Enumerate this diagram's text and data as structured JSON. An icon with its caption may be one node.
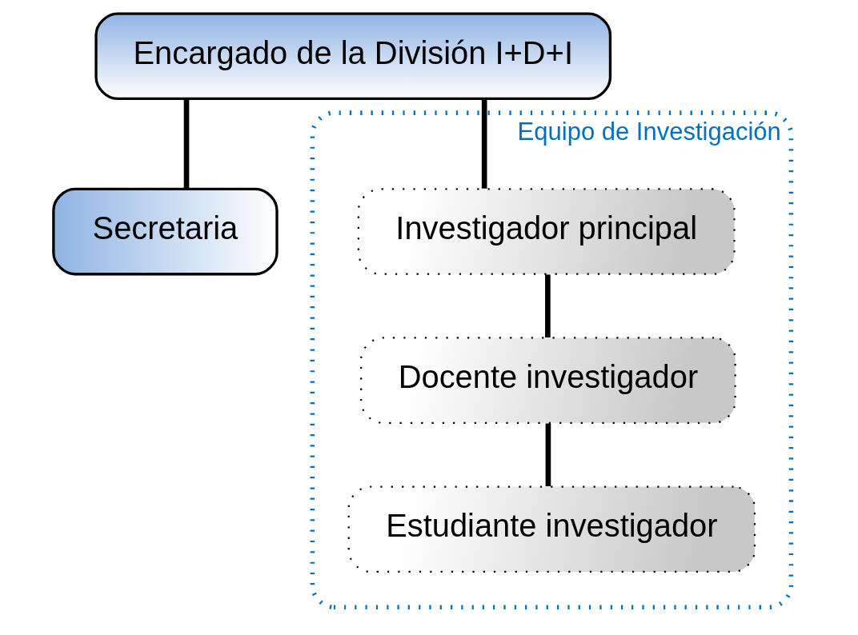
{
  "diagram": {
    "nodes": [
      {
        "text": [
          "Encargado de la División I+D+I"
        ]
      },
      {
        "text": [
          "Secretaria"
        ]
      },
      {
        "text": [
          "Equipo de Investigación"
        ]
      },
      {
        "text": [
          "Investigador principal"
        ],
        "in": 2
      },
      {
        "text": [
          "Docente investigador"
        ],
        "in": 2
      },
      {
        "text": [
          "Estudiante investigador"
        ],
        "in": 2
      }
    ],
    "edges": [
      {
        "from": 0,
        "to": 1,
        "arrow": "none"
      },
      {
        "from": 0,
        "to": 3,
        "arrow": "none"
      },
      {
        "from": 3,
        "to": 4,
        "arrow": "none"
      },
      {
        "from": 4,
        "to": 5,
        "arrow": "none"
      }
    ]
  }
}
